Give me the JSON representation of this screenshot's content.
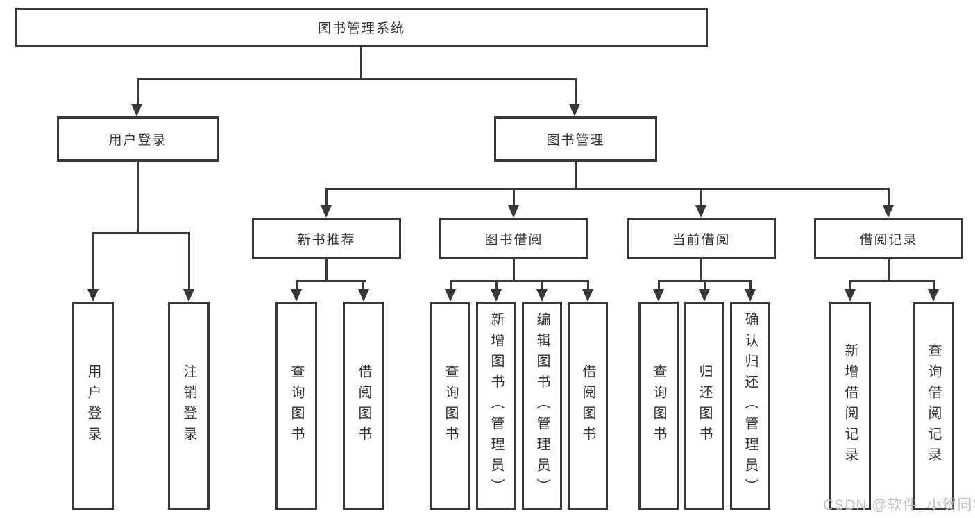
{
  "diagram": {
    "root": {
      "label": "图书管理系统"
    },
    "branches": [
      {
        "label": "用户登录",
        "children": [
          {
            "label": "用户登录"
          },
          {
            "label": "注销登录"
          }
        ]
      },
      {
        "label": "图书管理",
        "groups": [
          {
            "label": "新书推荐",
            "children": [
              {
                "label": "查询图书"
              },
              {
                "label": "借阅图书"
              }
            ]
          },
          {
            "label": "图书借阅",
            "children": [
              {
                "label": "查询图书"
              },
              {
                "label": "新增图书（管理员）"
              },
              {
                "label": "编辑图书（管理员）"
              },
              {
                "label": "借阅图书"
              }
            ]
          },
          {
            "label": "当前借阅",
            "children": [
              {
                "label": "查询图书"
              },
              {
                "label": "归还图书"
              },
              {
                "label": "确认归还（管理员）"
              }
            ]
          },
          {
            "label": "借阅记录",
            "children": [
              {
                "label": "新增借阅记录"
              },
              {
                "label": "查询借阅记录"
              }
            ]
          }
        ]
      }
    ]
  },
  "watermark": {
    "text": "CSDN @软件_小贺同学"
  },
  "colors": {
    "line": "#383838",
    "text": "#333333",
    "watermark": "#c2c2c2"
  }
}
